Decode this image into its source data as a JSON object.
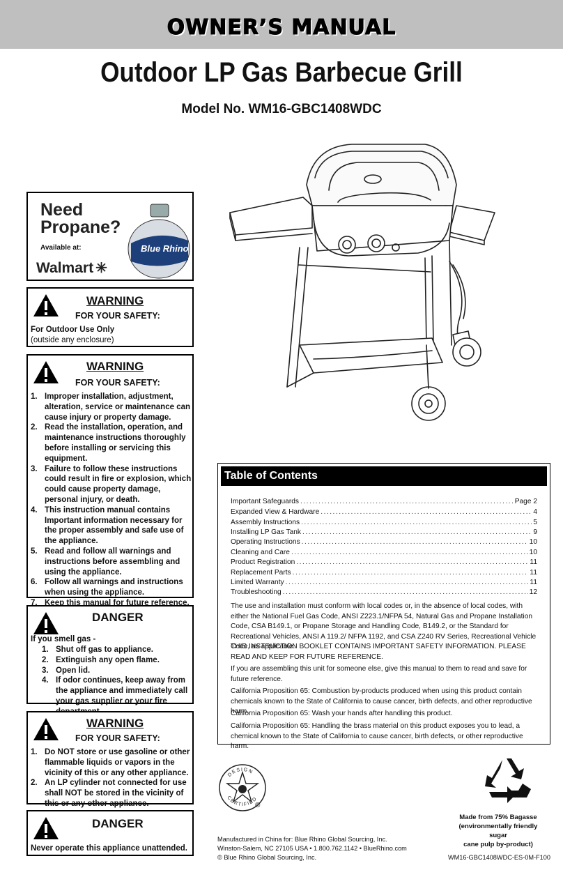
{
  "header": {
    "banner": "OWNER’S MANUAL",
    "title": "Outdoor LP Gas Barbecue Grill",
    "model": "Model No. WM16-GBC1408WDC"
  },
  "propane_ad": {
    "line1": "Need",
    "line2": "Propane?",
    "available": "Available at:",
    "store": "Walmart",
    "tank_brand": "Blue Rhino"
  },
  "warning1": {
    "title": "WARNING",
    "subtitle": "FOR YOUR SAFETY:",
    "line1": "For Outdoor Use Only",
    "line2": "(outside any enclosure)"
  },
  "warning2": {
    "title": "WARNING",
    "subtitle": "FOR YOUR SAFETY:",
    "items": [
      {
        "num": "1.",
        "text": "Improper installation, adjustment, alteration, service or maintenance can cause injury or property damage."
      },
      {
        "num": "2.",
        "text": "Read the installation, operation, and maintenance instructions thoroughly before installing or servicing this equipment."
      },
      {
        "num": "3.",
        "text": "Failure to follow these instructions could result in fire or explosion, which could cause property damage, personal injury, or death."
      },
      {
        "num": "4.",
        "text": "This instruction manual contains Important information necessary for the proper assembly and safe use of the appliance."
      },
      {
        "num": "5.",
        "text": "Read and follow all warnings and instructions before assembling and using the appliance."
      },
      {
        "num": "6.",
        "text": "Follow all warnings and instructions when using the appliance."
      },
      {
        "num": "7.",
        "text": "Keep this manual for future reference."
      }
    ]
  },
  "danger1": {
    "title": "DANGER",
    "intro": "If you smell gas -",
    "items": [
      {
        "num": "1.",
        "text": "Shut off gas to appliance."
      },
      {
        "num": "2.",
        "text": "Extinguish any open flame."
      },
      {
        "num": "3.",
        "text": "Open lid."
      },
      {
        "num": "4.",
        "text": "If odor continues, keep away from the appliance and immediately call your gas supplier or your fire department."
      }
    ]
  },
  "warning3": {
    "title": "WARNING",
    "subtitle": "FOR YOUR SAFETY:",
    "items": [
      {
        "num": "1.",
        "text": "Do NOT store or use gasoline or other flammable liquids or vapors in the vicinity of this or any other appliance."
      },
      {
        "num": "2.",
        "text": "An LP cylinder not connected for use shall NOT be stored in the vicinity of this or any other appliance."
      }
    ]
  },
  "danger2": {
    "title": "DANGER",
    "text": "Never operate this appliance unattended."
  },
  "toc": {
    "heading": "Table of Contents",
    "entries": [
      {
        "label": "Important Safeguards",
        "page": "Page 2"
      },
      {
        "label": "Expanded View & Hardware",
        "page": "4"
      },
      {
        "label": "Assembly Instructions",
        "page": "5"
      },
      {
        "label": "Installing LP Gas Tank",
        "page": "9"
      },
      {
        "label": "Operating Instructions",
        "page": "10"
      },
      {
        "label": "Cleaning and Care",
        "page": "10"
      },
      {
        "label": "Product Registration",
        "page": "11"
      },
      {
        "label": "Replacement Parts",
        "page": "11"
      },
      {
        "label": "Limited Warranty",
        "page": "11"
      },
      {
        "label": "Troubleshooting",
        "page": "12"
      }
    ],
    "codes_para": "The use and installation must conform with local codes or, in the absence of local codes, with either the National Fuel Gas Code, ANSI Z223.1/NFPA 54, Natural Gas and Propane Installation Code, CSA B149.1, or Propane Storage and Handling Code, B149.2, or the Standard for Recreational Vehicles, ANSI A 119.2/ NFPA 1192, and CSA Z240 RV Series, Recreational Vehicle Code, as applicable.",
    "booklet_para": "THIS INSTRUCTION BOOKLET CONTAINS IMPORTANT SAFETY INFORMATION. PLEASE READ AND KEEP FOR FUTURE REFERENCE.",
    "assembling_para": "If you are assembling this unit for someone else, give this manual to them to read and save for future reference.",
    "prop65_1": "California Proposition 65: Combustion by-products produced when using this product contain chemicals known to the State of California to cause cancer, birth defects, and other reproductive harm.",
    "prop65_2": "California Proposition 65: Wash your hands after handling this product.",
    "prop65_3": "California Proposition 65: Handling the brass material on this product exposes you to lead, a chemical known to the State of California to cause cancer, birth defects, or other reproductive harm."
  },
  "certification": {
    "top": "DESIGN",
    "bottom": "CERTIFIED",
    "mark": "®"
  },
  "recycle": {
    "line1": "Made from 75% Bagasse",
    "line2": "(environmentally friendly sugar",
    "line3": "cane pulp by-product)"
  },
  "footer": {
    "line1": "Manufactured in China for: Blue Rhino Global Sourcing, Inc.",
    "line2": "Winston-Salem, NC 27105 USA • 1.800.762.1142 • BlueRhino.com",
    "line3": "© Blue Rhino Global Sourcing, Inc.",
    "doc_code": "WM16-GBC1408WDC-ES-0M-F100"
  }
}
